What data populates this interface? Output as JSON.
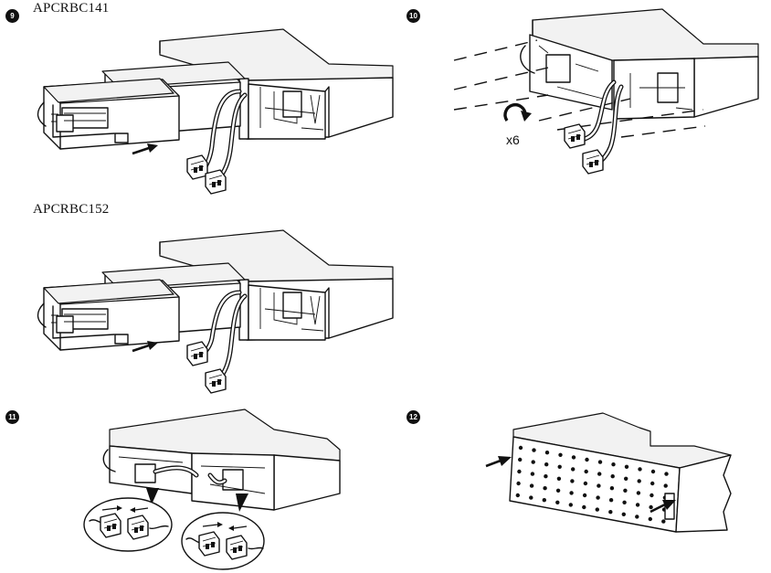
{
  "steps": {
    "step9": {
      "badge": "9",
      "model_label_1": "APCRBC141",
      "model_label_2": "APCRBC152"
    },
    "step10": {
      "badge": "10",
      "screw_count": "x6"
    },
    "step11": {
      "badge": "11"
    },
    "step12": {
      "badge": "12"
    }
  },
  "icons": {
    "arrow": "push-arrow-icon",
    "rotate": "rotate-screw-icon",
    "connector": "battery-connector-icon"
  }
}
